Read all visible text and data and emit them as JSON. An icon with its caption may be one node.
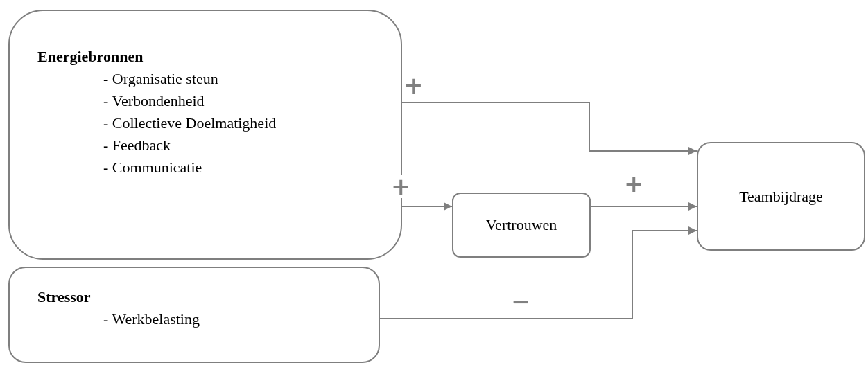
{
  "diagram": {
    "nodes": [
      {
        "text": [
          "Energiebronnen",
          "- Organisatie steun",
          "- Verbondenheid",
          "- Collectieve Doelmatigheid",
          "- Feedback",
          "- Communicatie"
        ]
      },
      {
        "text": [
          "Vertrouwen"
        ]
      },
      {
        "text": [
          "Teambijdrage"
        ]
      },
      {
        "text": [
          "Stressor",
          "- Werkbelasting"
        ]
      }
    ],
    "edges": [
      {
        "from": 0,
        "to": 2,
        "arrow": "to",
        "label": "+"
      },
      {
        "from": 0,
        "to": 1,
        "arrow": "to",
        "label": "+"
      },
      {
        "from": 1,
        "to": 2,
        "arrow": "to",
        "label": "+"
      },
      {
        "from": 3,
        "to": 2,
        "arrow": "to",
        "label": "−"
      }
    ]
  }
}
